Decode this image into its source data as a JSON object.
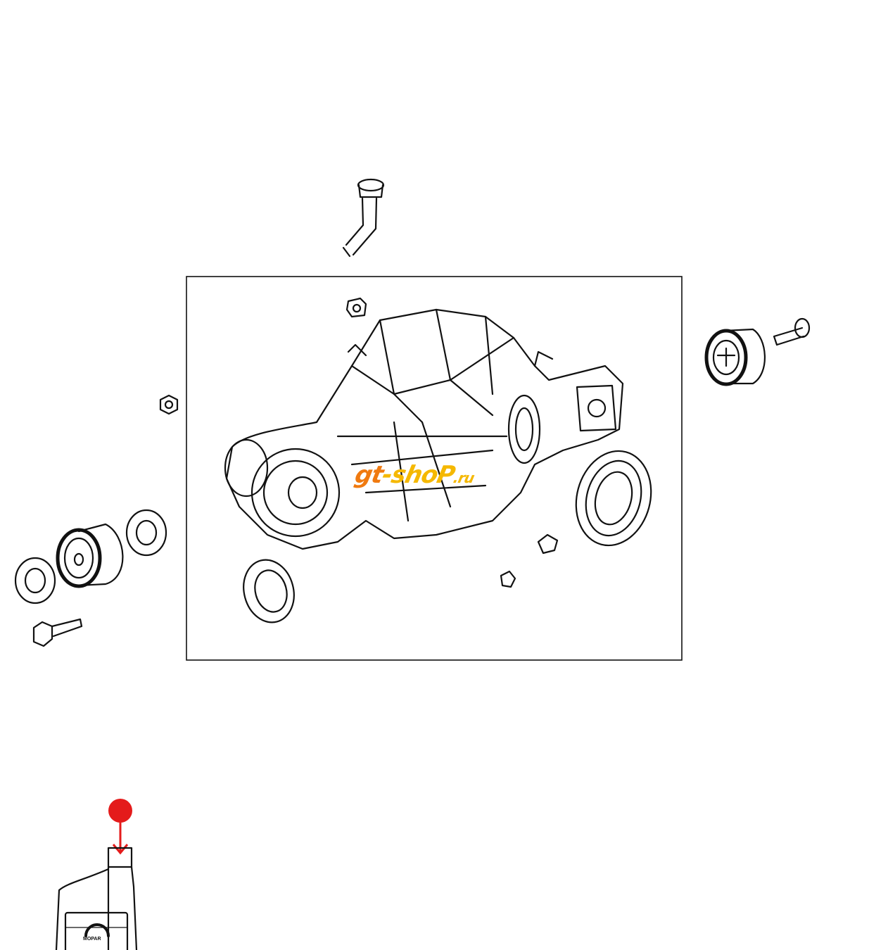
{
  "diagram": {
    "title": "Rear differential assembly parts diagram",
    "watermark": {
      "part1": "gt",
      "part2": "-shoP",
      "part3": ".ru",
      "colors": {
        "orange": "#f07a10",
        "yellow": "#f5b800"
      }
    },
    "callout": {
      "color": "#e41b1b"
    },
    "bottle_label": "MOPAR"
  }
}
